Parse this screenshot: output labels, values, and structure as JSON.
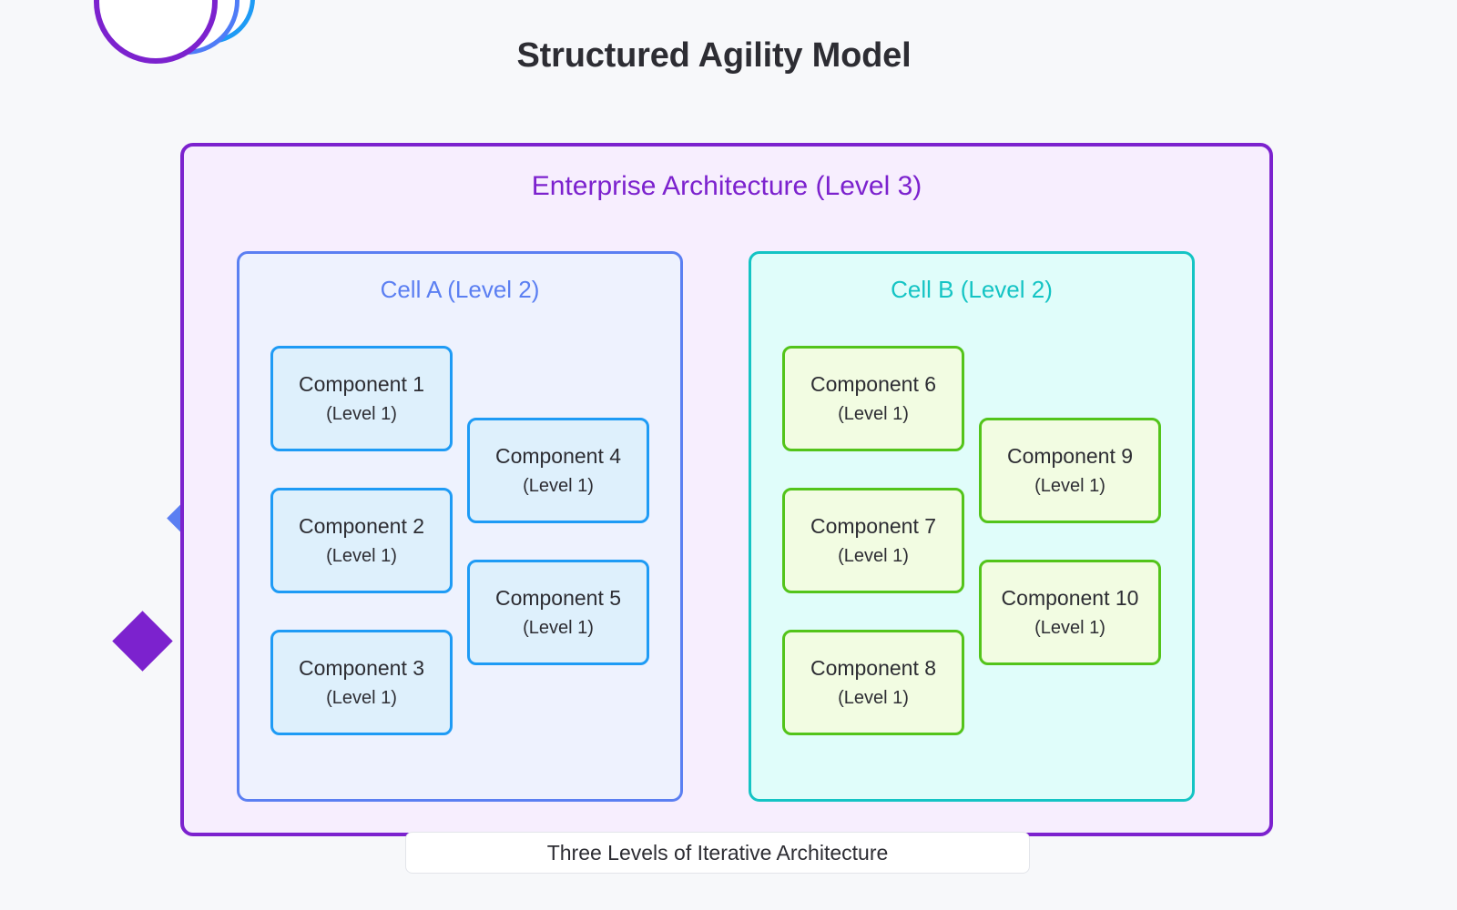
{
  "title": "Structured Agility Model",
  "caption": "Three Levels of Iterative Architecture",
  "decor": {
    "circle_1": "purple-circle",
    "circle_2": "indigo-circle",
    "circle_3": "blue-circle",
    "diamond_small": "blue-diamond-marker",
    "diamond_medium": "indigo-diamond-marker",
    "diamond_large": "purple-diamond-marker"
  },
  "colors": {
    "page_background": "#F7F8FA",
    "title_text": "#2D2D33",
    "level3_border": "#7C22CE",
    "level3_fill": "#F7EEFE",
    "cell_a_border": "#5B7FF2",
    "cell_a_fill": "#EEF2FE",
    "cell_b_border": "#14C4C4",
    "cell_b_fill": "#E0FDFA",
    "component_blue_border": "#1E9BF5",
    "component_blue_fill": "#DEF0FC",
    "component_green_border": "#53C41A",
    "component_green_fill": "#F2FCE2"
  },
  "level3": {
    "label": "Enterprise Architecture (Level 3)",
    "cells": [
      {
        "id": "cell-a",
        "label": "Cell A (Level 2)",
        "left_column": [
          {
            "name": "Component 1",
            "level": "(Level 1)"
          },
          {
            "name": "Component 2",
            "level": "(Level 1)"
          },
          {
            "name": "Component 3",
            "level": "(Level 1)"
          }
        ],
        "right_column": [
          {
            "name": "Component 4",
            "level": "(Level 1)"
          },
          {
            "name": "Component 5",
            "level": "(Level 1)"
          }
        ]
      },
      {
        "id": "cell-b",
        "label": "Cell B (Level 2)",
        "left_column": [
          {
            "name": "Component 6",
            "level": "(Level 1)"
          },
          {
            "name": "Component 7",
            "level": "(Level 1)"
          },
          {
            "name": "Component 8",
            "level": "(Level 1)"
          }
        ],
        "right_column": [
          {
            "name": "Component 9",
            "level": "(Level 1)"
          },
          {
            "name": "Component 10",
            "level": "(Level 1)"
          }
        ]
      }
    ]
  }
}
